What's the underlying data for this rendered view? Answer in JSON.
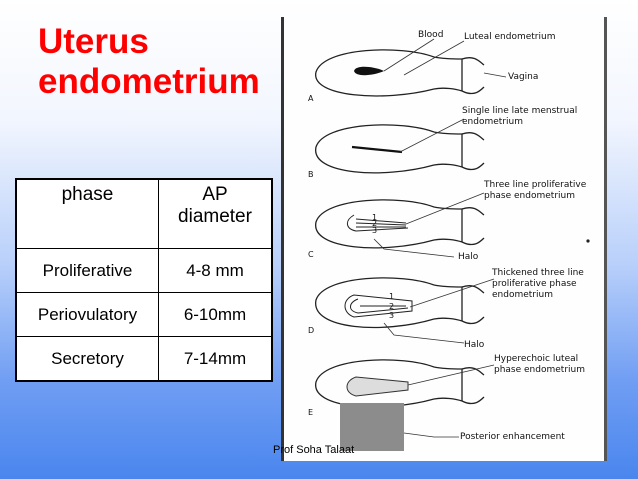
{
  "title": {
    "line1": "Uterus",
    "line2": "endometrium"
  },
  "table": {
    "headers": [
      "phase",
      "AP\ndiameter"
    ],
    "rows": [
      [
        "Proliferative",
        "4-8 mm"
      ],
      [
        "Periovulatory",
        "6-10mm"
      ],
      [
        "Secretory",
        "7-14mm"
      ]
    ]
  },
  "figure": {
    "labels": {
      "blood": "Blood",
      "luteal": "Luteal endometrium",
      "vagina": "Vagina",
      "single_line_1": "Single line late menstrual",
      "single_line_2": "endometrium",
      "three_line_1": "Three line proliferative",
      "three_line_2": "phase endometrium",
      "halo_c": "Halo",
      "thick_1": "Thickened three line",
      "thick_2": "proliferative phase",
      "thick_3": "endometrium",
      "halo_d": "Halo",
      "hyper_1": "Hyperechoic luteal",
      "hyper_2": "phase endometrium",
      "posterior": "Posterior enhancement"
    },
    "letters": [
      "A",
      "B",
      "C",
      "D",
      "E"
    ],
    "line_numbers": [
      "1",
      "2",
      "3"
    ]
  },
  "footer": "Prof Soha Talaat"
}
